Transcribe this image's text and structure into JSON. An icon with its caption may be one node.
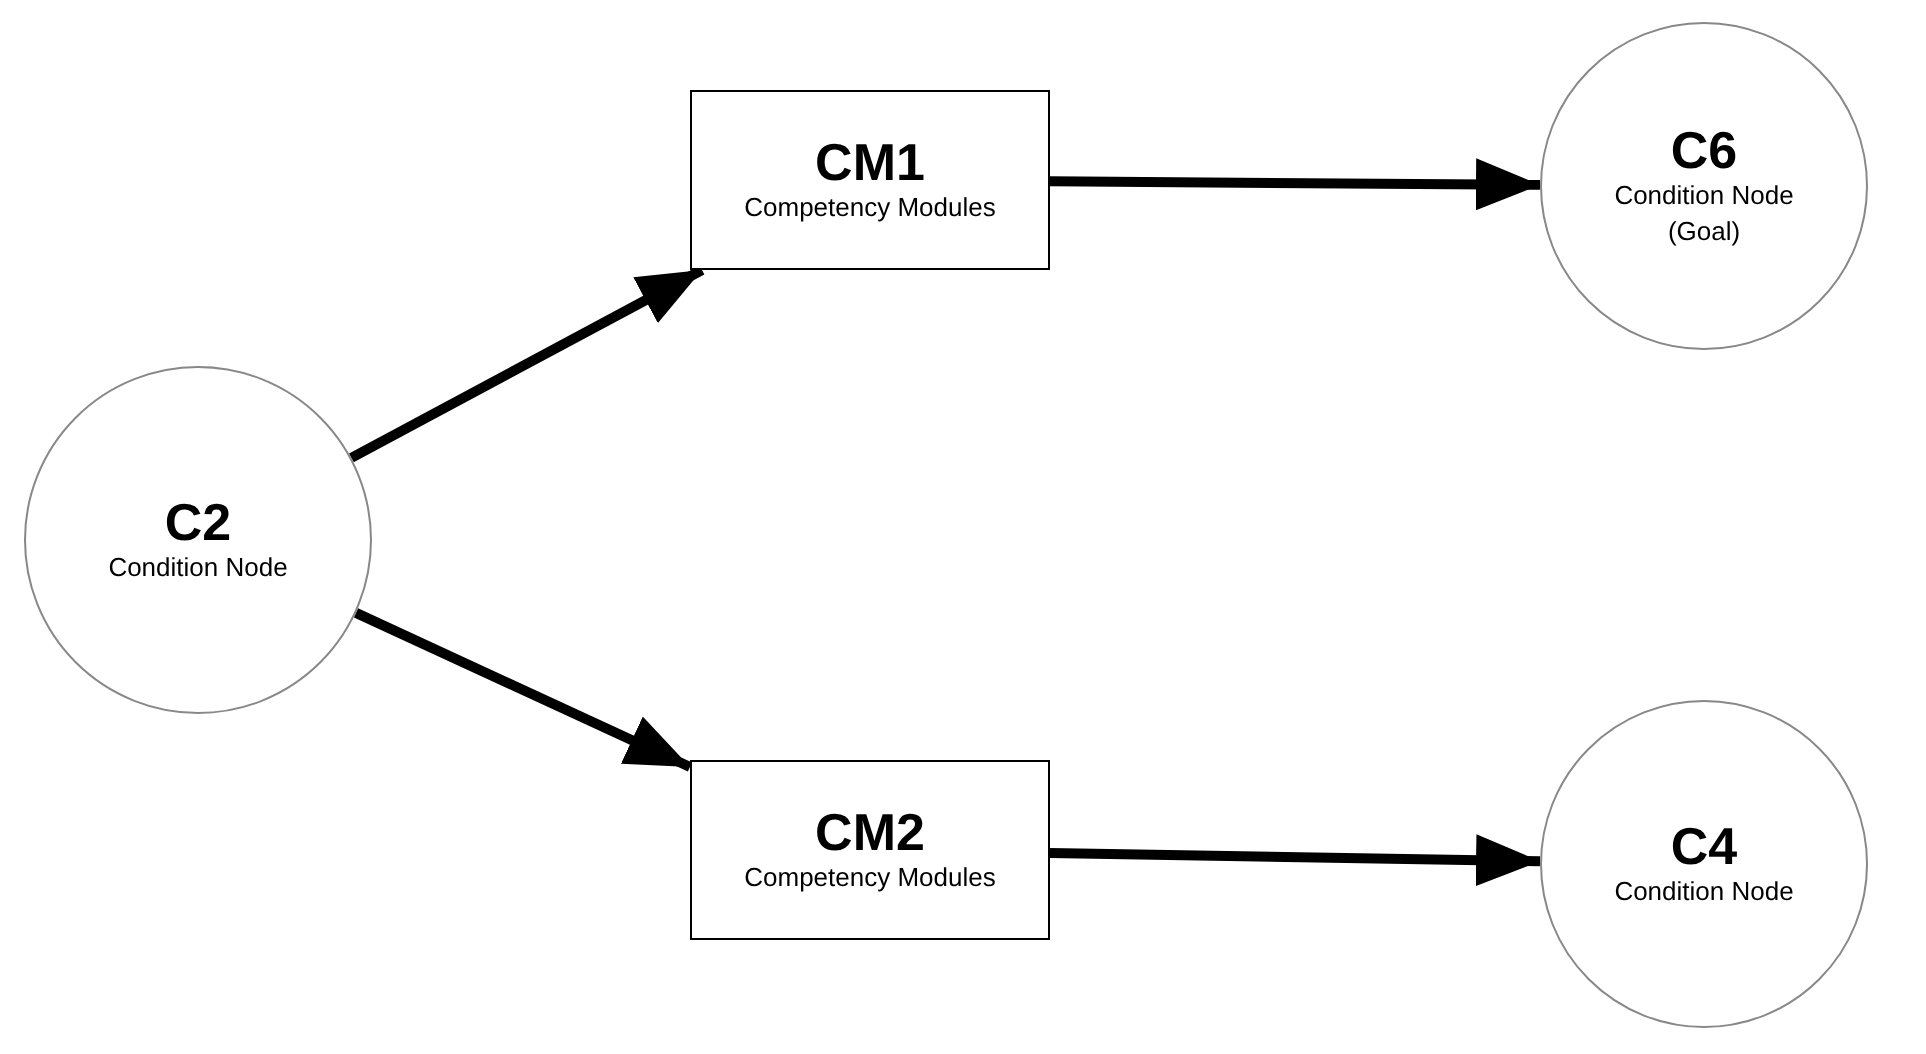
{
  "diagram": {
    "nodes": [
      {
        "text": [
          "C2",
          "Condition Node"
        ]
      },
      {
        "text": [
          "CM1",
          "Competency Modules"
        ]
      },
      {
        "text": [
          "C6",
          "Condition Node (Goal)"
        ]
      },
      {
        "text": [
          "CM2",
          "Competency Modules"
        ]
      },
      {
        "text": [
          "C4",
          "Condition Node"
        ]
      }
    ],
    "edges": [
      {
        "from": 0,
        "to": 1,
        "arrow": "to"
      },
      {
        "from": 0,
        "to": 3,
        "arrow": "to"
      },
      {
        "from": 1,
        "to": 2,
        "arrow": "to"
      },
      {
        "from": 3,
        "to": 4,
        "arrow": "to"
      }
    ]
  }
}
